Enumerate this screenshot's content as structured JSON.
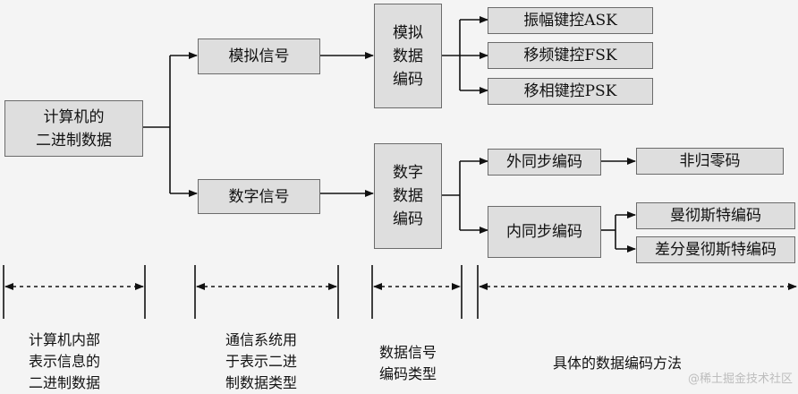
{
  "boxes": {
    "computer_binary": "计算机的\n二进制数据",
    "analog_signal": "模拟信号",
    "digital_signal": "数字信号",
    "analog_encoding": "模拟\n数据\n编码",
    "digital_encoding": "数字\n数据\n编码",
    "ask": "振幅键控ASK",
    "fsk": "移频键控FSK",
    "psk": "移相键控PSK",
    "external_sync": "外同步编码",
    "internal_sync": "内同步编码",
    "nrz": "非归零码",
    "manchester": "曼彻斯特编码",
    "diff_manchester": "差分曼彻斯特编码"
  },
  "categories": {
    "internal_representation": "计算机内部\n表示信息的\n二进制数据",
    "comm_system": "通信系统用\n于表示二进\n制数据类型",
    "encoding_type": "数据信号\n编码类型",
    "methods": "具体的数据编码方法"
  },
  "watermark": "@稀土掘金技术社区",
  "colors": {
    "box_fill": "#dedede",
    "box_border": "#6b6b6b",
    "line": "#111111",
    "background": "#f4f4f4"
  }
}
